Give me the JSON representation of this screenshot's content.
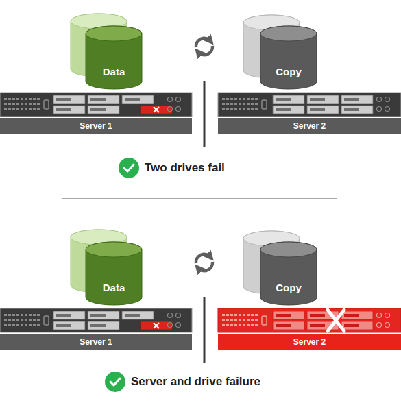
{
  "diagram": {
    "nodes": [
      {
        "text": [
          "Data"
        ]
      },
      {
        "text": [
          "Copy"
        ]
      },
      {
        "text": [
          "Server 1"
        ]
      },
      {
        "text": [
          "Server 2"
        ]
      },
      {
        "text": [
          "Data"
        ]
      },
      {
        "text": [
          "Copy"
        ]
      },
      {
        "text": [
          "Server 1"
        ]
      },
      {
        "text": [
          "Server 2"
        ]
      }
    ],
    "labels": [
      "Two drives fail",
      "Server and drive failure"
    ]
  }
}
